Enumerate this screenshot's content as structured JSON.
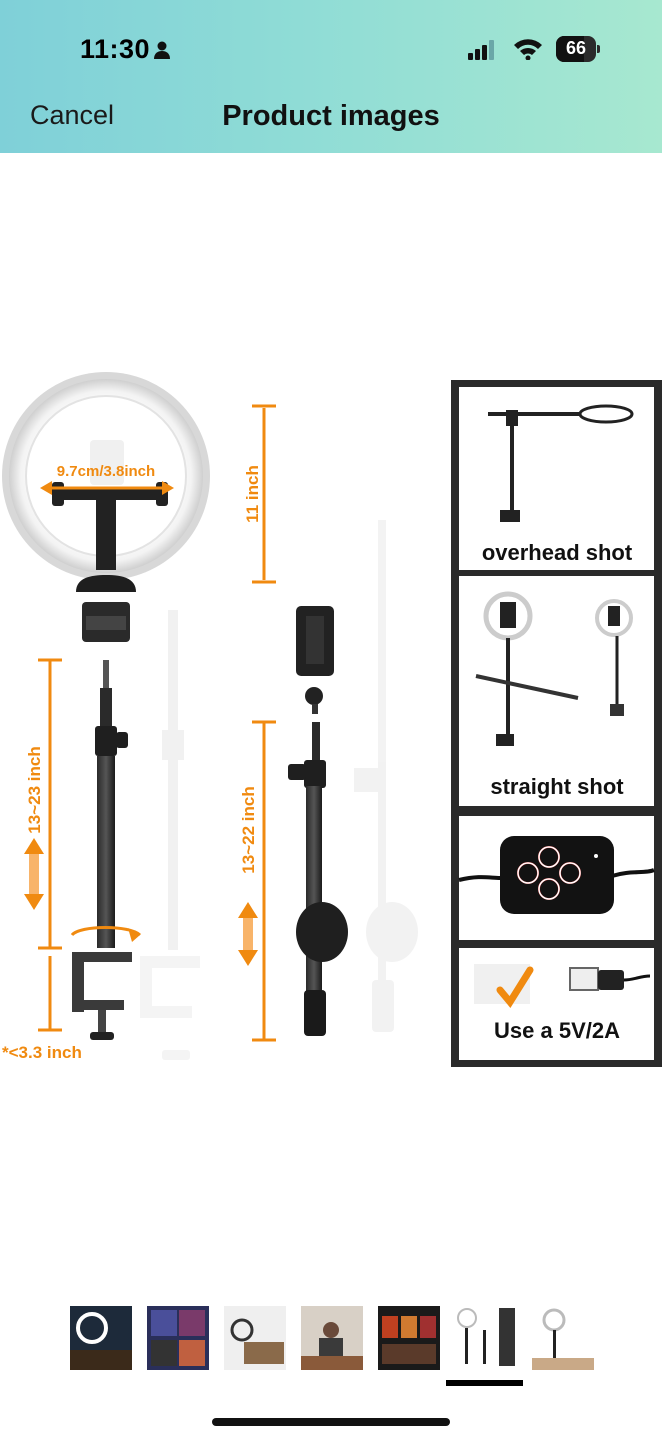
{
  "status_bar": {
    "time": "11:30",
    "battery": "66",
    "icons": [
      "person-icon",
      "signal-icon",
      "wifi-icon",
      "battery-icon"
    ]
  },
  "header": {
    "cancel_label": "Cancel",
    "title": "Product images"
  },
  "product_image": {
    "dimension_ring_width": "9.7cm/3.8inch",
    "dimension_ring_height": "11 inch",
    "dimension_pole_1": "13~23 inch",
    "dimension_pole_2": "13~22 inch",
    "dimension_clamp": "*<3.3 inch",
    "panel_labels": [
      "overhead shot",
      "straight shot",
      "Use a 5V/2A"
    ],
    "accent_color": "#f08a10"
  },
  "thumbnails": {
    "count": 7,
    "selected_index": 5
  }
}
